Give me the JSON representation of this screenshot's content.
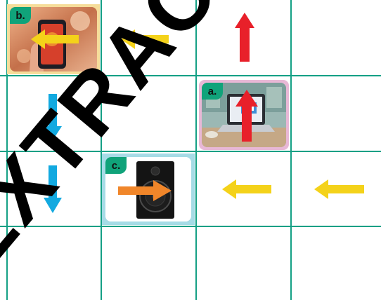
{
  "grid": {
    "columns": 4,
    "rows": 4,
    "line_color": "#14a085"
  },
  "watermark": {
    "text": "EXTRACT",
    "color": "#000000"
  },
  "cards": [
    {
      "id": "a",
      "label": "a.",
      "subject": "laptop",
      "frame_color": "#e8b8d6"
    },
    {
      "id": "b",
      "label": "b.",
      "subject": "smartphone",
      "frame_color": "#f6dd9a"
    },
    {
      "id": "c",
      "label": "c.",
      "subject": "speaker",
      "frame_color": "#a6dbe6"
    }
  ],
  "arrows": [
    {
      "where": "b-card",
      "direction": "left",
      "color": "#f4d21a"
    },
    {
      "where": "row1-col2",
      "direction": "left",
      "color": "#f4d21a"
    },
    {
      "where": "row1-col3",
      "direction": "up",
      "color": "#e8202a"
    },
    {
      "where": "a-card",
      "direction": "up",
      "color": "#e8202a"
    },
    {
      "where": "row2-col1",
      "direction": "down",
      "color": "#12a9e0"
    },
    {
      "where": "row3-col1",
      "direction": "down",
      "color": "#12a9e0"
    },
    {
      "where": "c-card",
      "direction": "right",
      "color": "#f0862a"
    },
    {
      "where": "row3-col3",
      "direction": "left",
      "color": "#f4d21a"
    },
    {
      "where": "row3-col4",
      "direction": "left",
      "color": "#f4d21a"
    }
  ]
}
